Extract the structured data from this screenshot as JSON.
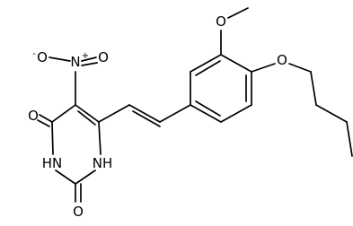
{
  "molecule": {
    "atoms": {
      "nitro_n": "N",
      "nitro_o_left": "O",
      "nitro_o_left_charge": "-",
      "nitro_o_right": "O",
      "nitro_plus": "+",
      "carbonyl_o_top": "O",
      "carbonyl_o_bottom": "O",
      "ring_nh_left": "HN",
      "ring_nh_right": "NH",
      "methoxy_o": "O",
      "butoxy_o": "O"
    }
  }
}
